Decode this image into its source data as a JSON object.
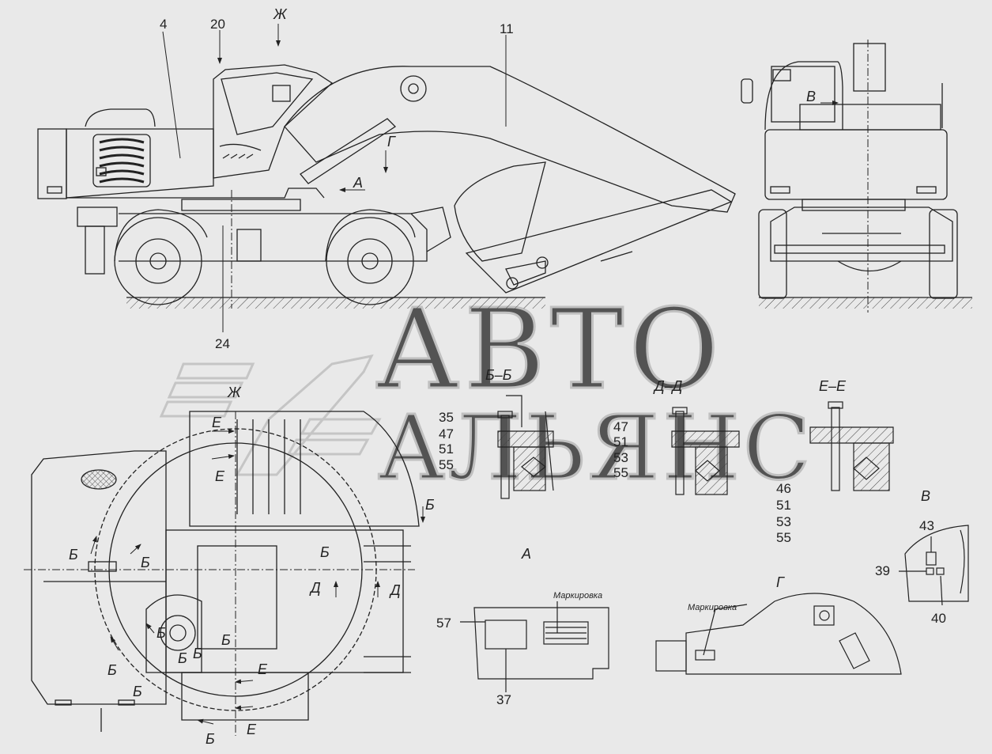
{
  "callouts": {
    "c4": "4",
    "c20": "20",
    "c11": "11",
    "c24": "24",
    "c35": "35",
    "c47a": "47",
    "c51a": "51",
    "c55a": "55",
    "c47b": "47",
    "c51b": "51",
    "c53b": "53",
    "c55b": "55",
    "c46": "46",
    "c51c": "51",
    "c53c": "53",
    "c55c": "55",
    "c43": "43",
    "c39": "39",
    "c40": "40",
    "c57": "57",
    "c37": "37"
  },
  "views": {
    "zh_top": "Ж",
    "g_side": "Г",
    "a_side": "А",
    "v_front": "В",
    "section_bb": "Б–Б",
    "section_dd": "Д–Д",
    "section_ee": "Е–Е",
    "view_v": "В",
    "view_a": "А",
    "view_g": "Г",
    "zh_plan": "Ж"
  },
  "plan_marks": {
    "e1": "Е",
    "e2": "Е",
    "e3": "Е",
    "e4": "Е",
    "b1": "Б",
    "b2": "Б",
    "b3": "Б",
    "b4": "Б",
    "b5": "Б",
    "b6": "Б",
    "b7": "Б",
    "b8": "Б",
    "b9": "Б",
    "b10": "Б",
    "b11": "Б",
    "d1": "Д",
    "d2": "Д"
  },
  "notes": {
    "marking_a": "Маркировка",
    "marking_g": "Маркировка"
  },
  "watermark": {
    "line1": "АВТО",
    "line2": "АЛЬЯНС"
  },
  "colors": {
    "background": "#e9e9e9",
    "ink": "#222222",
    "watermark": "#bdbdbd"
  }
}
